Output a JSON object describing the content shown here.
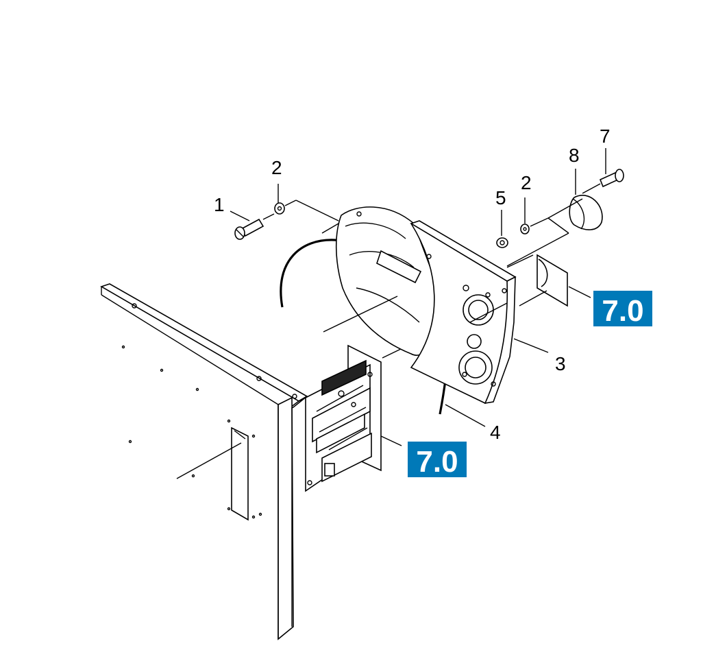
{
  "part_labels": {
    "screw_1": "1",
    "washer_2_left": "2",
    "washer_2_right": "2",
    "housing_plate_3": "3",
    "gasket_4": "4",
    "nut_5": "5",
    "screw_7": "7",
    "cover_8": "8"
  },
  "reference_badges": {
    "upper": "7.0",
    "lower": "7.0"
  },
  "colors": {
    "badge": "#0079b8",
    "line": "#000000",
    "background": "#ffffff"
  }
}
